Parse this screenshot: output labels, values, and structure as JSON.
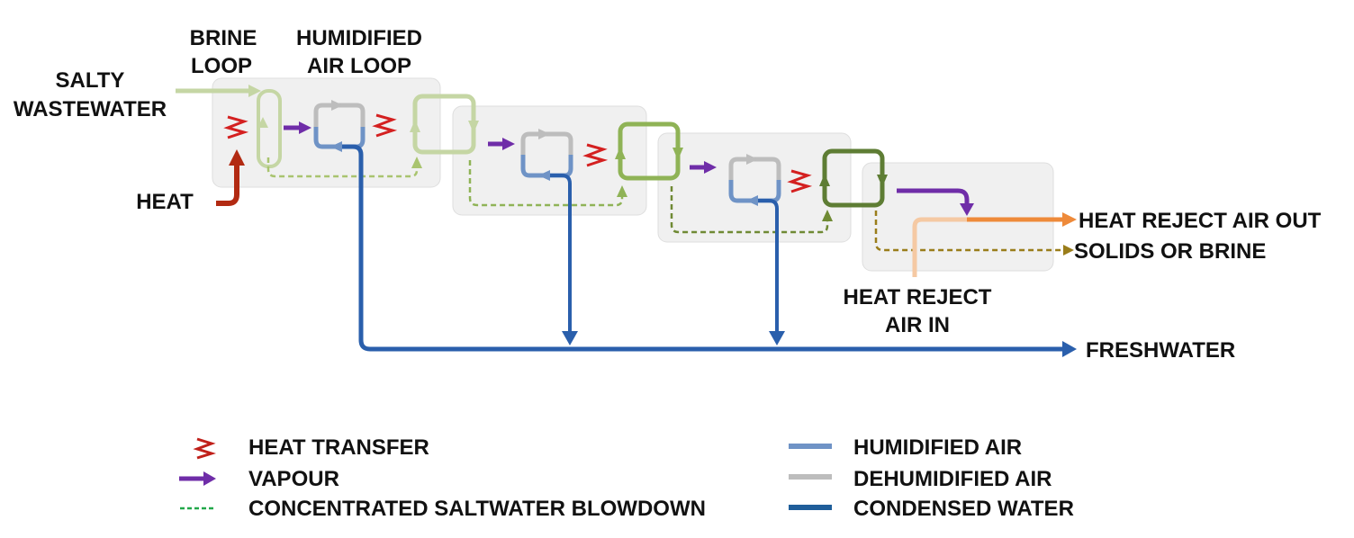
{
  "title": "Multi-stage humidification-dehumidification desalination process",
  "colors": {
    "brine_light": "#c5d6a4",
    "brine_mid": "#8fb356",
    "brine_dark": "#5e7d34",
    "blowdown_light": "#a9c46f",
    "blowdown_mid": "#7f9a3a",
    "blowdown_final": "#9a7d1a",
    "heat": "#b22a12",
    "heat_transfer": "#d42020",
    "vapour": "#6f2da8",
    "humidified_air": "#6f93c6",
    "dehumidified_air": "#bdbdbd",
    "condensed_water": "#2a5fac",
    "reject_in": "#f5c9a3",
    "reject_out": "#ee8a3a",
    "stage_bg": "#f0f0f0",
    "legend_blowdown": "#22a84a",
    "legend_condensed": "#1f5e9a"
  },
  "labels": {
    "brine_loop": [
      "BRINE",
      "LOOP"
    ],
    "humidified_air_loop": [
      "HUMIDIFIED",
      "AIR LOOP"
    ],
    "salty_wastewater": [
      "SALTY",
      "WASTEWATER"
    ],
    "heat": "HEAT",
    "heat_reject_air_out": "HEAT REJECT AIR OUT",
    "solids_or_brine": "SOLIDS OR BRINE",
    "heat_reject_air_in": [
      "HEAT REJECT",
      "AIR IN"
    ],
    "freshwater": "FRESHWATER"
  },
  "stages": [
    {
      "name": "stage-1"
    },
    {
      "name": "stage-2"
    },
    {
      "name": "stage-3"
    },
    {
      "name": "stage-4-heat-reject"
    }
  ],
  "legend": {
    "left": [
      {
        "symbol": "heat-transfer-zigzag",
        "label": "HEAT TRANSFER"
      },
      {
        "symbol": "vapour-arrow",
        "label": "VAPOUR"
      },
      {
        "symbol": "dashed-line",
        "label": "CONCENTRATED SALTWATER BLOWDOWN"
      }
    ],
    "right": [
      {
        "symbol": "humidified-air-line",
        "label": "HUMIDIFIED AIR"
      },
      {
        "symbol": "dehumidified-air-line",
        "label": "DEHUMIDIFIED AIR"
      },
      {
        "symbol": "condensed-water-line",
        "label": "CONDENSED WATER"
      }
    ]
  }
}
